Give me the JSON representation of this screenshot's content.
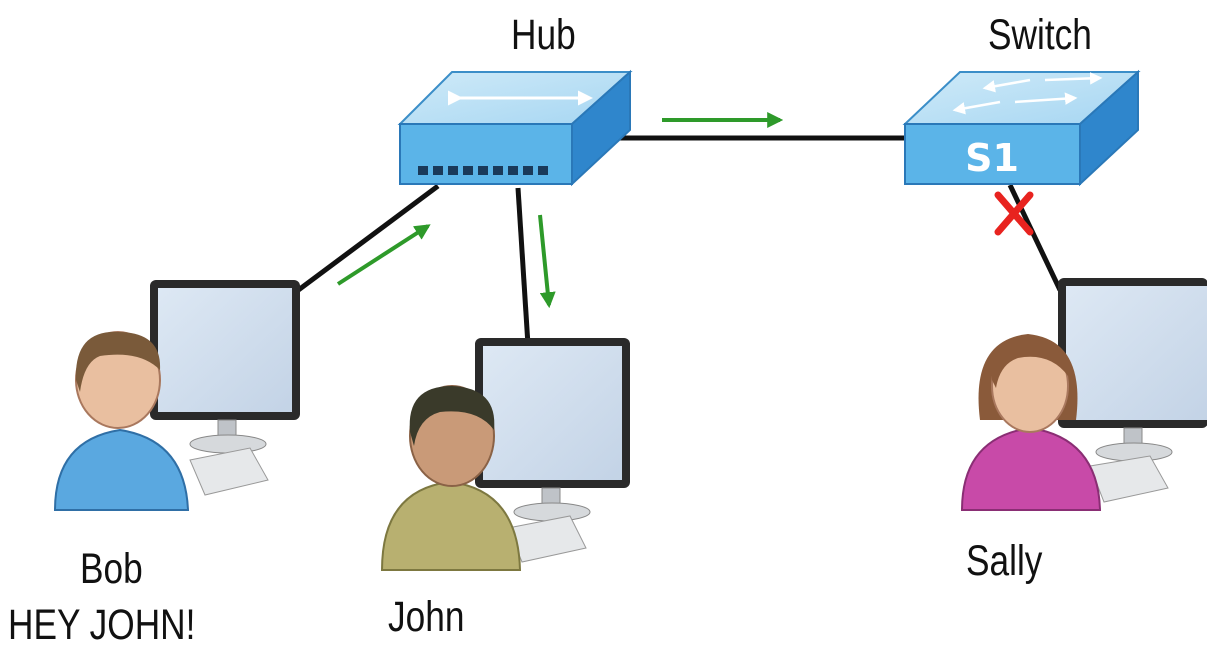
{
  "devices": {
    "hub": {
      "label": "Hub"
    },
    "switch": {
      "label": "Switch",
      "badge": "S1"
    }
  },
  "users": {
    "bob": {
      "name": "Bob",
      "message": "HEY JOHN!",
      "shirt_color": "#5aa8e0"
    },
    "john": {
      "name": "John",
      "shirt_color": "#b8b070"
    },
    "sally": {
      "name": "Sally",
      "shirt_color": "#c84aa8"
    }
  },
  "colors": {
    "arrow": "#2e9a2a",
    "blocked_mark": "#e8231f",
    "device_blue": "#5bb4e8",
    "cable": "#111111"
  }
}
